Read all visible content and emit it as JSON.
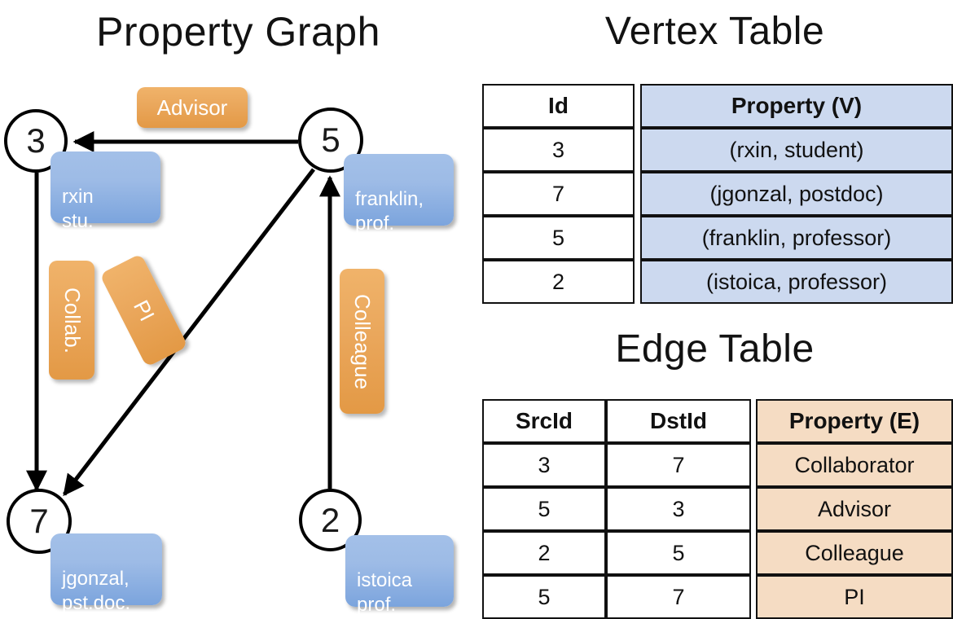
{
  "titles": {
    "property_graph": "Property Graph",
    "vertex_table": "Vertex Table",
    "edge_table": "Edge Table"
  },
  "colors": {
    "vertex_fill": "#ccd9ef",
    "edge_fill": "#f5dcc3",
    "node_property_box": "#9dbbe6",
    "edge_label_badge": "#eaa75c",
    "stroke": "#000000"
  },
  "graph": {
    "nodes": [
      {
        "id": "3",
        "property": "rxin\nstu."
      },
      {
        "id": "5",
        "property": "franklin,\nprof."
      },
      {
        "id": "7",
        "property": "jgonzal,\npst.doc."
      },
      {
        "id": "2",
        "property": "istoica\nprof."
      }
    ],
    "edge_labels": [
      {
        "name": "advisor",
        "text": "Advisor"
      },
      {
        "name": "collab",
        "text": "Collab."
      },
      {
        "name": "pi",
        "text": "PI"
      },
      {
        "name": "colleague",
        "text": "Colleague"
      }
    ],
    "edges": [
      {
        "from": "5",
        "to": "3",
        "label": "Advisor"
      },
      {
        "from": "3",
        "to": "7",
        "label": "Collab."
      },
      {
        "from": "5",
        "to": "7",
        "label": "PI"
      },
      {
        "from": "2",
        "to": "5",
        "label": "Colleague"
      }
    ]
  },
  "vertex_table": {
    "headers": [
      "Id",
      "Property (V)"
    ],
    "rows": [
      [
        "3",
        "(rxin, student)"
      ],
      [
        "7",
        "(jgonzal, postdoc)"
      ],
      [
        "5",
        "(franklin, professor)"
      ],
      [
        "2",
        "(istoica, professor)"
      ]
    ]
  },
  "edge_table": {
    "headers": [
      "SrcId",
      "DstId",
      "Property (E)"
    ],
    "rows": [
      [
        "3",
        "7",
        "Collaborator"
      ],
      [
        "5",
        "3",
        "Advisor"
      ],
      [
        "2",
        "5",
        "Colleague"
      ],
      [
        "5",
        "7",
        "PI"
      ]
    ]
  }
}
